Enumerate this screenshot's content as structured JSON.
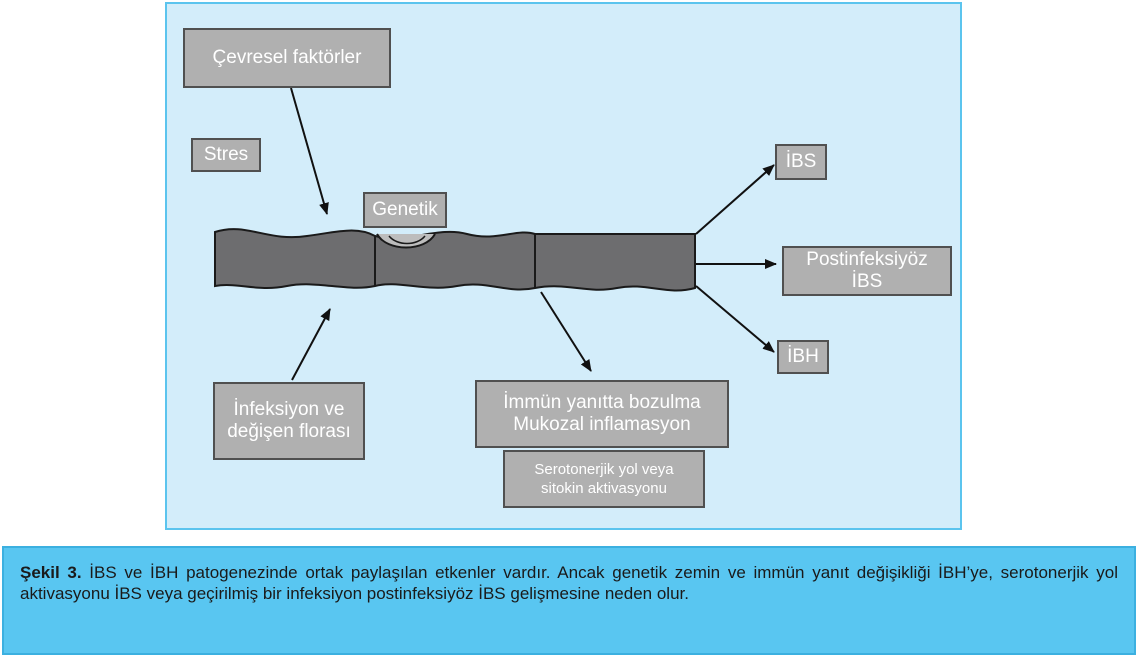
{
  "diagram": {
    "boxes": {
      "cevresel": "Çevresel faktörler",
      "stres": "Stres",
      "genetik": "Genetik",
      "ibs_top": "İBS",
      "postinf_line1": "Postinfeksiyöz",
      "postinf_line2": "İBS",
      "ibh": "İBH",
      "infeksiyon_line1": "İnfeksiyon ve",
      "infeksiyon_line2": "değişen florası",
      "immun_line1": "İmmün yanıtta bozulma",
      "immun_line2": "Mukozal inflamasyon",
      "sero_line1": "Serotonerjik yol veya",
      "sero_line2": "sitokin aktivasyonu"
    },
    "colors": {
      "background": "#d3edfa",
      "border": "#5bc4ee",
      "box_fill": "#b0b0b0",
      "box_border": "#505050",
      "intestine": "#6d6d6f"
    }
  },
  "caption": {
    "label": "Şekil 3.",
    "text": " İBS ve İBH patogenezinde ortak paylaşılan etkenler vardır. Ancak genetik zemin ve immün yanıt değişikliği İBH’ye, serotonerjik yol aktivasyonu İBS veya geçirilmiş bir infeksiyon postinfeksiyöz İBS gelişmesine neden olur."
  }
}
